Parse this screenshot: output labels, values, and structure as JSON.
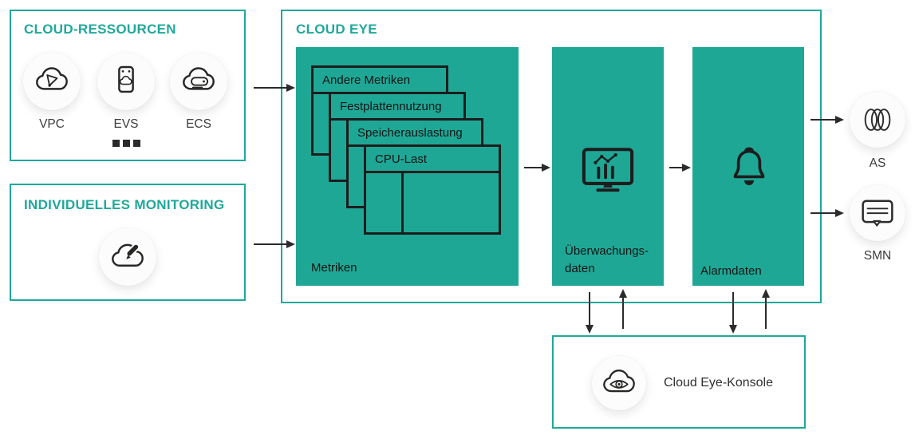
{
  "colors": {
    "teal_fill": "#1fa796",
    "teal_border": "#1fa89b",
    "ink": "#272725",
    "label_text": "#3c3c3c"
  },
  "cloud_resources": {
    "title": "CLOUD-RESSOURCEN",
    "items": [
      {
        "label": "VPC"
      },
      {
        "label": "EVS"
      },
      {
        "label": "ECS"
      }
    ],
    "ellipsis": "more-services"
  },
  "custom_monitoring": {
    "title": "INDIVIDUELLES MONITORING"
  },
  "cloud_eye": {
    "title": "CLOUD EYE",
    "metric_cards": [
      {
        "label": "Andere Metriken"
      },
      {
        "label": "Festplattennutzung"
      },
      {
        "label": "Speicherauslastung"
      },
      {
        "label": "CPU-Last"
      }
    ],
    "metrics_label": "Metriken",
    "monitoring_label_line1": "Überwachungs-",
    "monitoring_label_line2": "daten",
    "alarm_label": "Alarmdaten"
  },
  "outputs": [
    {
      "label": "AS"
    },
    {
      "label": "SMN"
    }
  ],
  "console": {
    "label": "Cloud Eye-Konsole"
  }
}
